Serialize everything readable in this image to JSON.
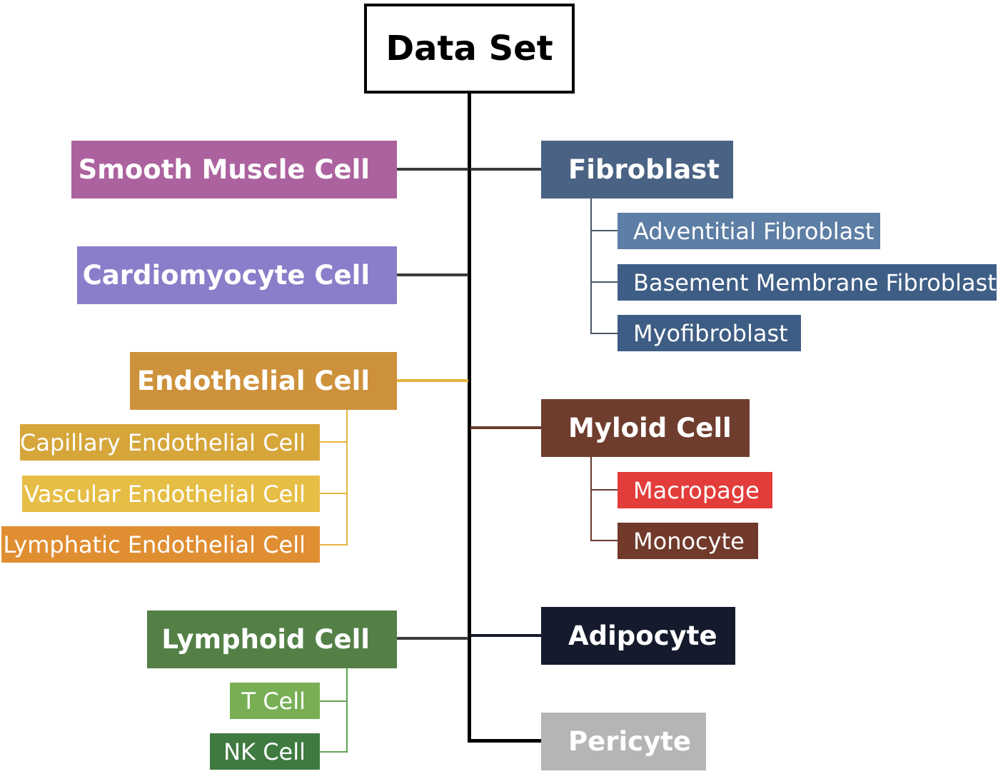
{
  "root": {
    "label": "Data Set"
  },
  "left": {
    "smooth_muscle": {
      "label": "Smooth Muscle Cell",
      "color": "#AC629E"
    },
    "cardiomyocyte": {
      "label": "Cardiomyocyte Cell",
      "color": "#8B7DC9"
    },
    "endothelial": {
      "label": "Endothelial Cell",
      "color": "#CE913B",
      "line_color": "#E6B43E",
      "children": [
        {
          "label": "Capillary Endothelial Cell",
          "color": "#D6A63B"
        },
        {
          "label": "Vascular Endothelial Cell",
          "color": "#E6BE45"
        },
        {
          "label": "Lymphatic Endothelial Cell",
          "color": "#E08E32"
        }
      ]
    },
    "lymphoid": {
      "label": "Lymphoid Cell",
      "color": "#548046",
      "line_color": "#5FA552",
      "children": [
        {
          "label": "T Cell",
          "color": "#78AF55"
        },
        {
          "label": "NK Cell",
          "color": "#3F7A40"
        }
      ]
    }
  },
  "right": {
    "fibroblast": {
      "label": "Fibroblast",
      "color": "#4A6283",
      "line_color": "#4A5664",
      "children": [
        {
          "label": "Adventitial Fibroblast",
          "color": "#5D7EA5"
        },
        {
          "label": "Basement Membrane Fibroblast",
          "color": "#3E5E85"
        },
        {
          "label": "Myofibroblast",
          "color": "#3E5D84"
        }
      ]
    },
    "myloid": {
      "label": "Myloid Cell",
      "color": "#6F3D2E",
      "line_color": "#6B3A2C",
      "children": [
        {
          "label": "Macropage",
          "color": "#E23D3A"
        },
        {
          "label": "Monocyte",
          "color": "#713A2B"
        }
      ]
    },
    "adipocyte": {
      "label": "Adipocyte",
      "color": "#151A2C"
    },
    "pericyte": {
      "label": "Pericyte",
      "color": "#B5B5B5"
    }
  },
  "trunk_color": "#000000",
  "connector_color": "#3B3B3B"
}
